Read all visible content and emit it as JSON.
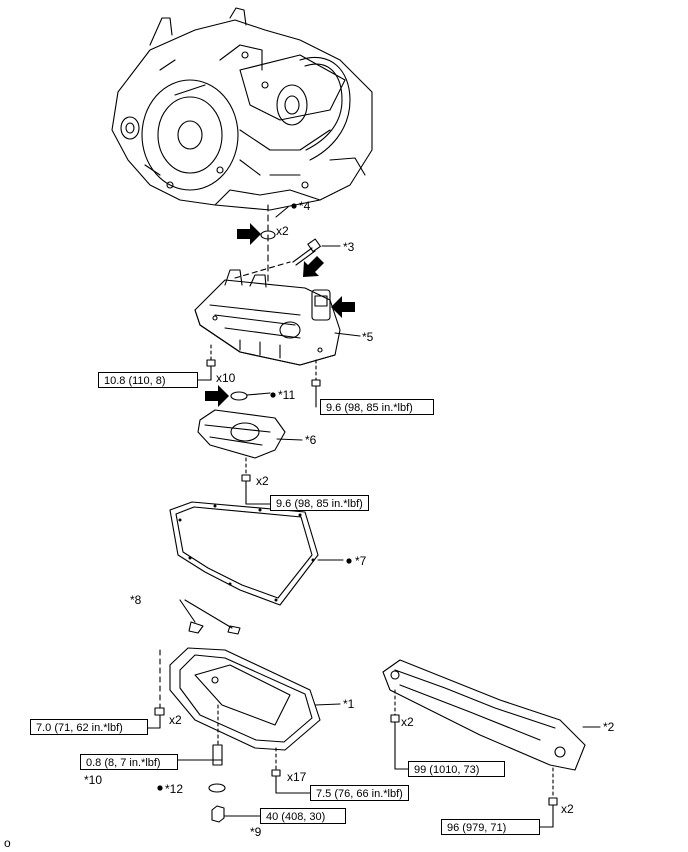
{
  "callouts": {
    "c1": "*1",
    "c2": "*2",
    "c3": "*3",
    "c4": "*4",
    "c5": "*5",
    "c6": "*6",
    "c7": "*7",
    "c8": "*8",
    "c9": "*9",
    "c10": "*10",
    "c11": "*11",
    "c12": "*12"
  },
  "quantities": {
    "q_ring": "x2",
    "q_body_bolts": "x10",
    "q_strainer_bolts": "x2",
    "q_pan_left": "x2",
    "q_pan_bolts": "x17",
    "q_guard_upper": "x2",
    "q_guard_lower": "x2"
  },
  "torques": {
    "t_body": "10.8 (110, 8)",
    "t_body_right": "9.6 (98, 85 in.*lbf)",
    "t_strainer": "9.6 (98, 85 in.*lbf)",
    "t_pan_left": "7.0 (71, 62 in.*lbf)",
    "t_tube": "0.8 (8, 7 in.*lbf)",
    "t_pan": "7.5 (76, 66 in.*lbf)",
    "t_drain": "40 (408, 30)",
    "t_guard_upper": "99 (1010, 73)",
    "t_guard_lower": "96 (979, 71)"
  },
  "corner_mark": "o"
}
